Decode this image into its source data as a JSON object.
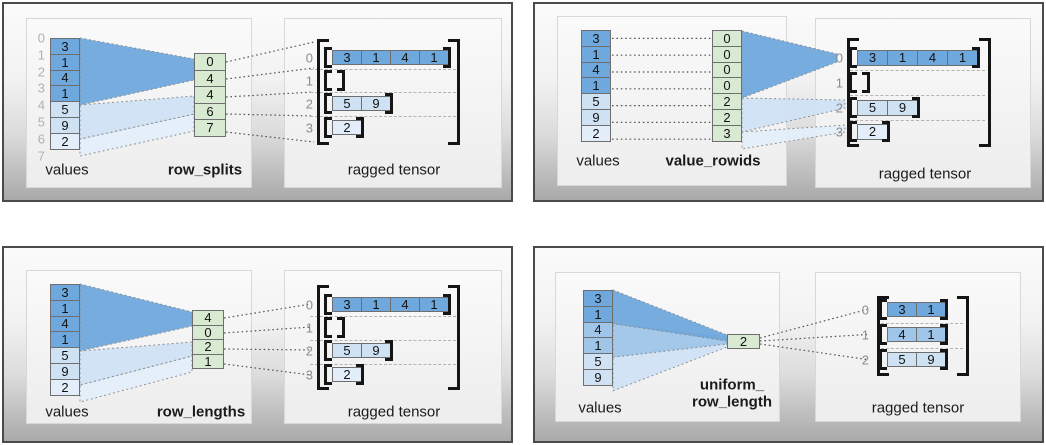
{
  "colors": {
    "dark_blue": "#6fa8dc",
    "medium_blue": "#9fc5e8",
    "light_blue": "#cfe2f3",
    "pale_blue": "#e4eefa",
    "green": "#d9ead3"
  },
  "panels": [
    {
      "id": "row-splits",
      "values_label": "values",
      "param_label": "row_splits",
      "tensor_label": "ragged tensor",
      "value_indices": [
        "0",
        "1",
        "2",
        "3",
        "4",
        "5",
        "6",
        "7"
      ],
      "values": [
        {
          "v": "3",
          "shade": "dark"
        },
        {
          "v": "1",
          "shade": "dark"
        },
        {
          "v": "4",
          "shade": "dark"
        },
        {
          "v": "1",
          "shade": "dark"
        },
        {
          "v": "5",
          "shade": "light"
        },
        {
          "v": "9",
          "shade": "light"
        },
        {
          "v": "2",
          "shade": "pale"
        }
      ],
      "param_cells": [
        "0",
        "4",
        "4",
        "6",
        "7"
      ],
      "tensor_rows": [
        {
          "index": "0",
          "cells": [
            "3",
            "1",
            "4",
            "1"
          ],
          "shade": "dark"
        },
        {
          "index": "1",
          "cells": [],
          "shade": "dark"
        },
        {
          "index": "2",
          "cells": [
            "5",
            "9"
          ],
          "shade": "light"
        },
        {
          "index": "3",
          "cells": [
            "2"
          ],
          "shade": "pale"
        }
      ]
    },
    {
      "id": "value-rowids",
      "values_label": "values",
      "param_label": "value_rowids",
      "tensor_label": "ragged tensor",
      "values": [
        {
          "v": "3",
          "shade": "dark"
        },
        {
          "v": "1",
          "shade": "dark"
        },
        {
          "v": "4",
          "shade": "dark"
        },
        {
          "v": "1",
          "shade": "dark"
        },
        {
          "v": "5",
          "shade": "light"
        },
        {
          "v": "9",
          "shade": "light"
        },
        {
          "v": "2",
          "shade": "pale"
        }
      ],
      "param_cells": [
        "0",
        "0",
        "0",
        "0",
        "2",
        "2",
        "3"
      ],
      "tensor_rows": [
        {
          "index": "0",
          "cells": [
            "3",
            "1",
            "4",
            "1"
          ],
          "shade": "dark"
        },
        {
          "index": "1",
          "cells": [],
          "shade": "dark"
        },
        {
          "index": "2",
          "cells": [
            "5",
            "9"
          ],
          "shade": "light"
        },
        {
          "index": "3",
          "cells": [
            "2"
          ],
          "shade": "pale"
        }
      ]
    },
    {
      "id": "row-lengths",
      "values_label": "values",
      "param_label": "row_lengths",
      "tensor_label": "ragged tensor",
      "values": [
        {
          "v": "3",
          "shade": "dark"
        },
        {
          "v": "1",
          "shade": "dark"
        },
        {
          "v": "4",
          "shade": "dark"
        },
        {
          "v": "1",
          "shade": "dark"
        },
        {
          "v": "5",
          "shade": "light"
        },
        {
          "v": "9",
          "shade": "light"
        },
        {
          "v": "2",
          "shade": "pale"
        }
      ],
      "param_cells": [
        "4",
        "0",
        "2",
        "1"
      ],
      "tensor_rows": [
        {
          "index": "0",
          "cells": [
            "3",
            "1",
            "4",
            "1"
          ],
          "shade": "dark"
        },
        {
          "index": "1",
          "cells": [],
          "shade": "dark"
        },
        {
          "index": "2",
          "cells": [
            "5",
            "9"
          ],
          "shade": "light"
        },
        {
          "index": "3",
          "cells": [
            "2"
          ],
          "shade": "pale"
        }
      ]
    },
    {
      "id": "uniform-row-length",
      "values_label": "values",
      "param_label_lines": [
        "uniform_",
        "row_length"
      ],
      "tensor_label": "ragged tensor",
      "values": [
        {
          "v": "3",
          "shade": "dark"
        },
        {
          "v": "1",
          "shade": "dark"
        },
        {
          "v": "4",
          "shade": "medium"
        },
        {
          "v": "1",
          "shade": "medium"
        },
        {
          "v": "5",
          "shade": "light"
        },
        {
          "v": "9",
          "shade": "light"
        }
      ],
      "param_cells": [
        "2"
      ],
      "tensor_rows": [
        {
          "index": "0",
          "cells": [
            "3",
            "1"
          ],
          "shade": "dark"
        },
        {
          "index": "1",
          "cells": [
            "4",
            "1"
          ],
          "shade": "medium"
        },
        {
          "index": "2",
          "cells": [
            "5",
            "9"
          ],
          "shade": "light"
        }
      ]
    }
  ]
}
